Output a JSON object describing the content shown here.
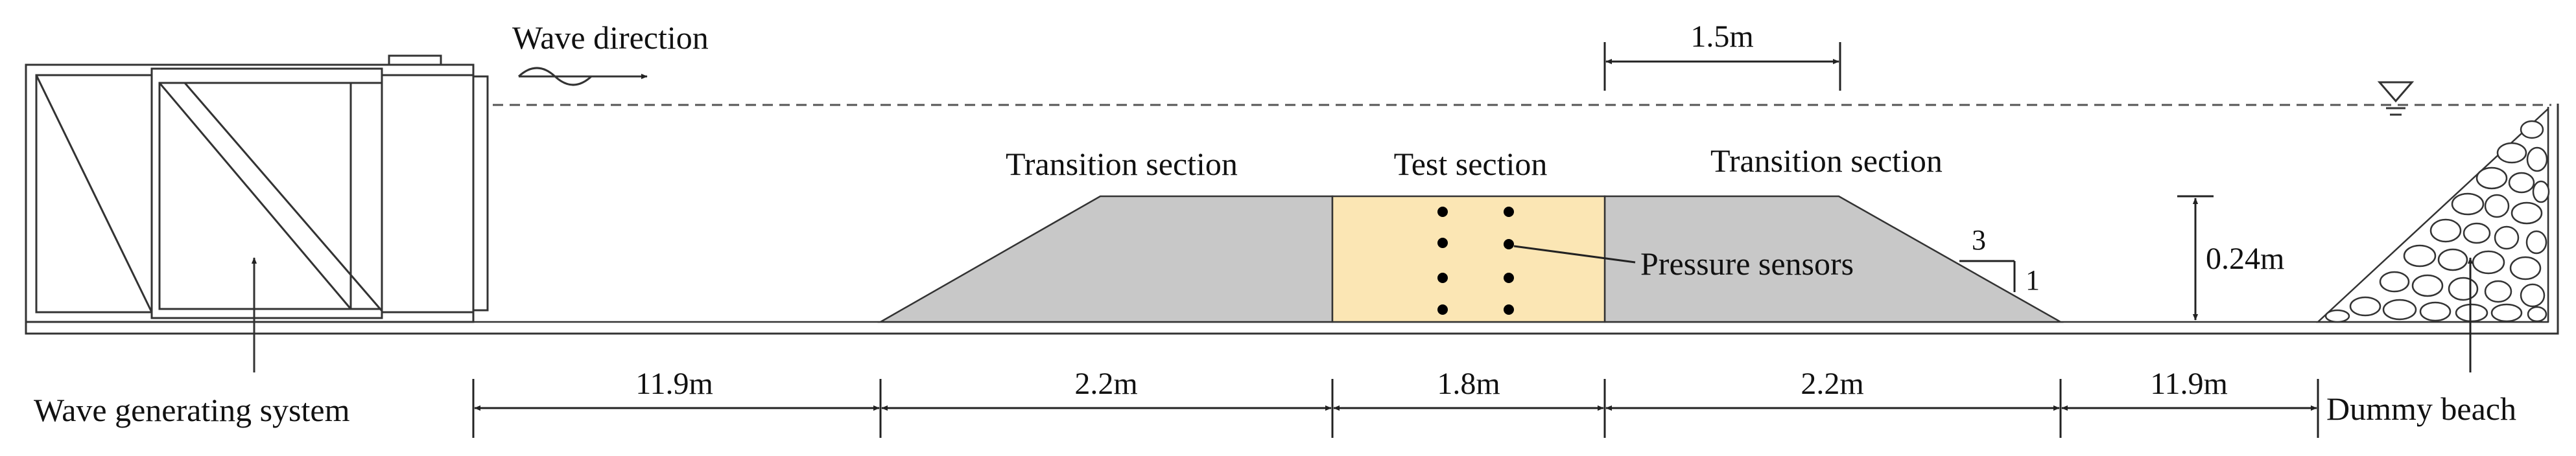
{
  "labels": {
    "wave_direction": "Wave direction",
    "transition_left": "Transition section",
    "test_section": "Test section",
    "transition_right": "Transition section",
    "pressure_sensors": "Pressure sensors",
    "wave_generating_system": "Wave generating system",
    "dummy_beach": "Dummy beach"
  },
  "dimensions": {
    "spacing": "1.5m",
    "depth": "0.24m",
    "len_upstream": "11.9m",
    "len_transition_left": "2.2m",
    "len_test": "1.8m",
    "len_transition_right": "2.2m",
    "len_downstream": "11.9m"
  },
  "slope": {
    "run": "3",
    "rise": "1"
  },
  "colors": {
    "transition_fill": "#c8c8c8",
    "test_fill": "#fbe6b4",
    "line": "#222222",
    "sensor": "#000000"
  },
  "icons": {
    "still_water_level": "inverted-triangle-icon",
    "wave_direction": "wave-arrow-icon"
  }
}
